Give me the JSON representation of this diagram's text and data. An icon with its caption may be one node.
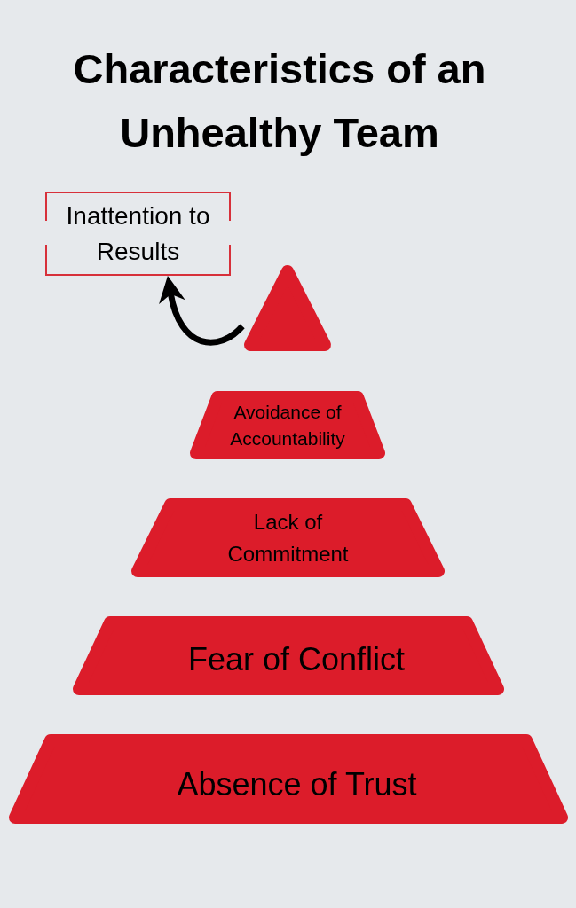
{
  "diagram": {
    "title": "Characteristics of an Unhealthy Team",
    "nodes": [
      {
        "text": [
          "Inattention to Results"
        ]
      },
      {
        "text": [],
        "shape": "triangle"
      },
      {
        "text": [
          "Avoidance of Accountability"
        ]
      },
      {
        "text": [
          "Lack of Commitment"
        ]
      },
      {
        "text": [
          "Fear of Conflict"
        ]
      },
      {
        "text": [
          "Absence of Trust"
        ]
      }
    ],
    "edges": [
      {
        "from": 1,
        "to": 0,
        "arrow": "to"
      }
    ]
  }
}
